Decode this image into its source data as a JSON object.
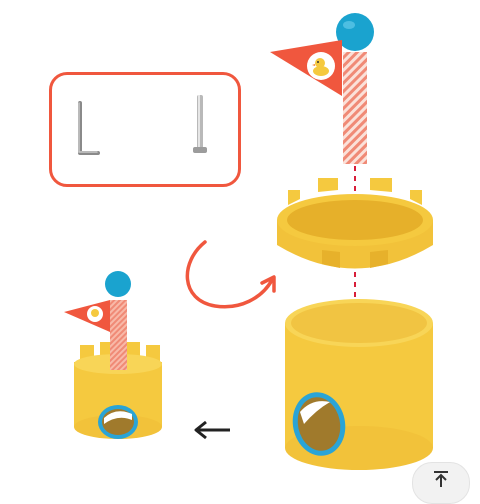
{
  "colors": {
    "accent_red": "#f0573e",
    "castle_yellow": "#f5c93f",
    "castle_shade": "#e0ac22",
    "ball_blue": "#1aa3cf",
    "window_blue": "#2aa4d6",
    "window_brown": "#a07a2c",
    "pole_stripe": "#f08a76",
    "flag_orange": "#f0573e"
  },
  "icons": {
    "allen_key": "allen-key-icon",
    "screw": "screw-icon",
    "rotate_arrow": "curved-arrow-icon",
    "result_arrow": "left-arrow-icon",
    "flag_emblem": "duck-icon",
    "corner": "upload-icon"
  },
  "steps": {
    "parts": [
      "allen key",
      "screw"
    ],
    "assembly": [
      "pole-with-ball",
      "flag",
      "castle-top",
      "castle-base"
    ]
  }
}
